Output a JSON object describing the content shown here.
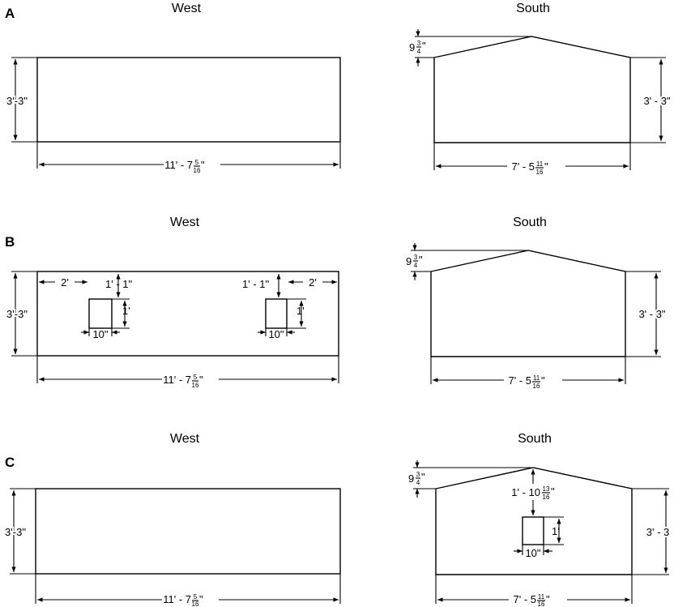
{
  "panels": [
    {
      "label": "A",
      "west": {
        "title": "West",
        "height_dim": "3'-3\"",
        "width_dim": "11' - 7",
        "width_num": "5",
        "width_den": "16",
        "width_suffix": "\""
      },
      "south": {
        "title": "South",
        "height_dim": "3' - 3\"",
        "width_dim": "7' - 5",
        "width_num": "11",
        "width_den": "16",
        "width_suffix": " \"",
        "roof_dim": "9",
        "roof_num": "3",
        "roof_den": "4",
        "roof_suffix": "\""
      }
    },
    {
      "label": "B",
      "west": {
        "title": "West",
        "height_dim": "3'-3\"",
        "width_dim": "11' - 7",
        "width_num": "5",
        "width_den": "16",
        "width_suffix": "\"",
        "left_offset": "2'",
        "left_top": "1' - 1\"",
        "left_h": "1'",
        "left_w": "10\"",
        "right_offset": "2'",
        "right_top": "1' - 1\"",
        "right_h": "1'",
        "right_w": "10\""
      },
      "south": {
        "title": "South",
        "height_dim": "3' - 3\"",
        "width_dim": "7' - 5",
        "width_num": "11",
        "width_den": "16",
        "width_suffix": " \"",
        "roof_dim": "9",
        "roof_num": "3",
        "roof_den": "4",
        "roof_suffix": "\""
      }
    },
    {
      "label": "C",
      "west": {
        "title": "West",
        "height_dim": "3'-3\"",
        "width_dim": "11' - 7",
        "width_num": "5",
        "width_den": "16",
        "width_suffix": "\""
      },
      "south": {
        "title": "South",
        "height_dim": "3' - 3",
        "width_dim": "7' - 5",
        "width_num": "11",
        "width_den": "16",
        "width_suffix": " \"",
        "roof_dim": "9",
        "roof_num": "3",
        "roof_den": "4",
        "roof_suffix": "\"",
        "win_top": "1' - 10",
        "win_top_num": "13",
        "win_top_den": "16",
        "win_top_suffix": "\"",
        "win_h": "1'",
        "win_w": "10\""
      }
    }
  ]
}
